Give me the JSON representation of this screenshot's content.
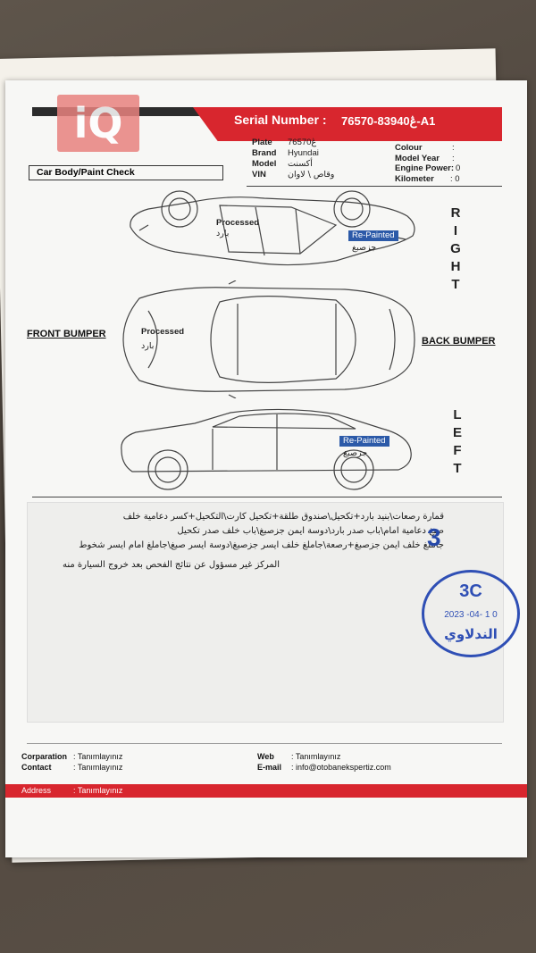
{
  "header": {
    "logo_text": "iQ",
    "serial_label": "Serial Number :",
    "serial_value": "ڠ83940-76570-A1"
  },
  "vehicle": {
    "plate_label": "Plate",
    "plate_value": "ڠ76570",
    "brand_label": "Brand",
    "brand_value": "Hyundai",
    "model_label": "Model",
    "model_value": "أكسنت",
    "vin_label": "VIN",
    "vin_value": "وقاص \\ لاوان",
    "colour_label": "Colour",
    "colour_value": ":",
    "model_year_label": "Model Year",
    "model_year_value": ":",
    "engine_power_label": "Engine Power:",
    "engine_power_value": "0",
    "kilometer_label": "Kilometer",
    "kilometer_value": ": 0"
  },
  "section_title": "Car Body/Paint Check",
  "sides": {
    "right": [
      "R",
      "I",
      "G",
      "H",
      "T"
    ],
    "left": [
      "L",
      "E",
      "F",
      "T"
    ],
    "front": "FRONT BUMPER",
    "back": "BACK BUMPER"
  },
  "marks": {
    "right_processed_en": "Processed",
    "right_processed_ar": "بارد",
    "right_repainted_en": "Re-Painted",
    "right_repainted_ar": "جزصبغ",
    "top_processed_en": "Processed",
    "top_processed_ar": "بارد",
    "left_repainted_en": "Re-Painted",
    "left_repainted_ar": "جزصبغ"
  },
  "notes": {
    "lines": [
      "قمارة رصعات\\بنيد بارد+تكحيل\\صندوق طلقة+تكحيل كارت\\التكحيل+كسر دعامية خلف",
      "صبغ دعامية امام\\باب صدر بارد\\دوسة ايمن جزصبغ\\باب خلف صدر تكحيل",
      "جاملغ خلف ايمن جزصبغ+رصعة\\جاملغ خلف ايسر جزصبغ\\دوسة ايسر صبغ\\جاملغ امام ايسر شخوط",
      "المركز غير مسؤول عن نتائج الفحص بعد خروج السيارة منه"
    ],
    "grade": "3"
  },
  "stamp": {
    "code": "3C",
    "date": "2023 -04- 1 0",
    "name": "الندلاوي"
  },
  "footer": {
    "corporation_label": "Corparation",
    "corporation_value": ":  Tanımlayınız",
    "contact_label": "Contact",
    "contact_value": ":  Tanımlayınız",
    "web_label": "Web",
    "web_value": ":  Tanımlayınız",
    "email_label": "E-mail",
    "email_value": ":  info@otobanekspertiz.com",
    "address_label": "Address",
    "address_value": ":  Tanımlayınız"
  },
  "colors": {
    "brand_red": "#d8262e",
    "repaint_blue": "#2c5aa8",
    "stamp_blue": "#2f4fb5"
  }
}
